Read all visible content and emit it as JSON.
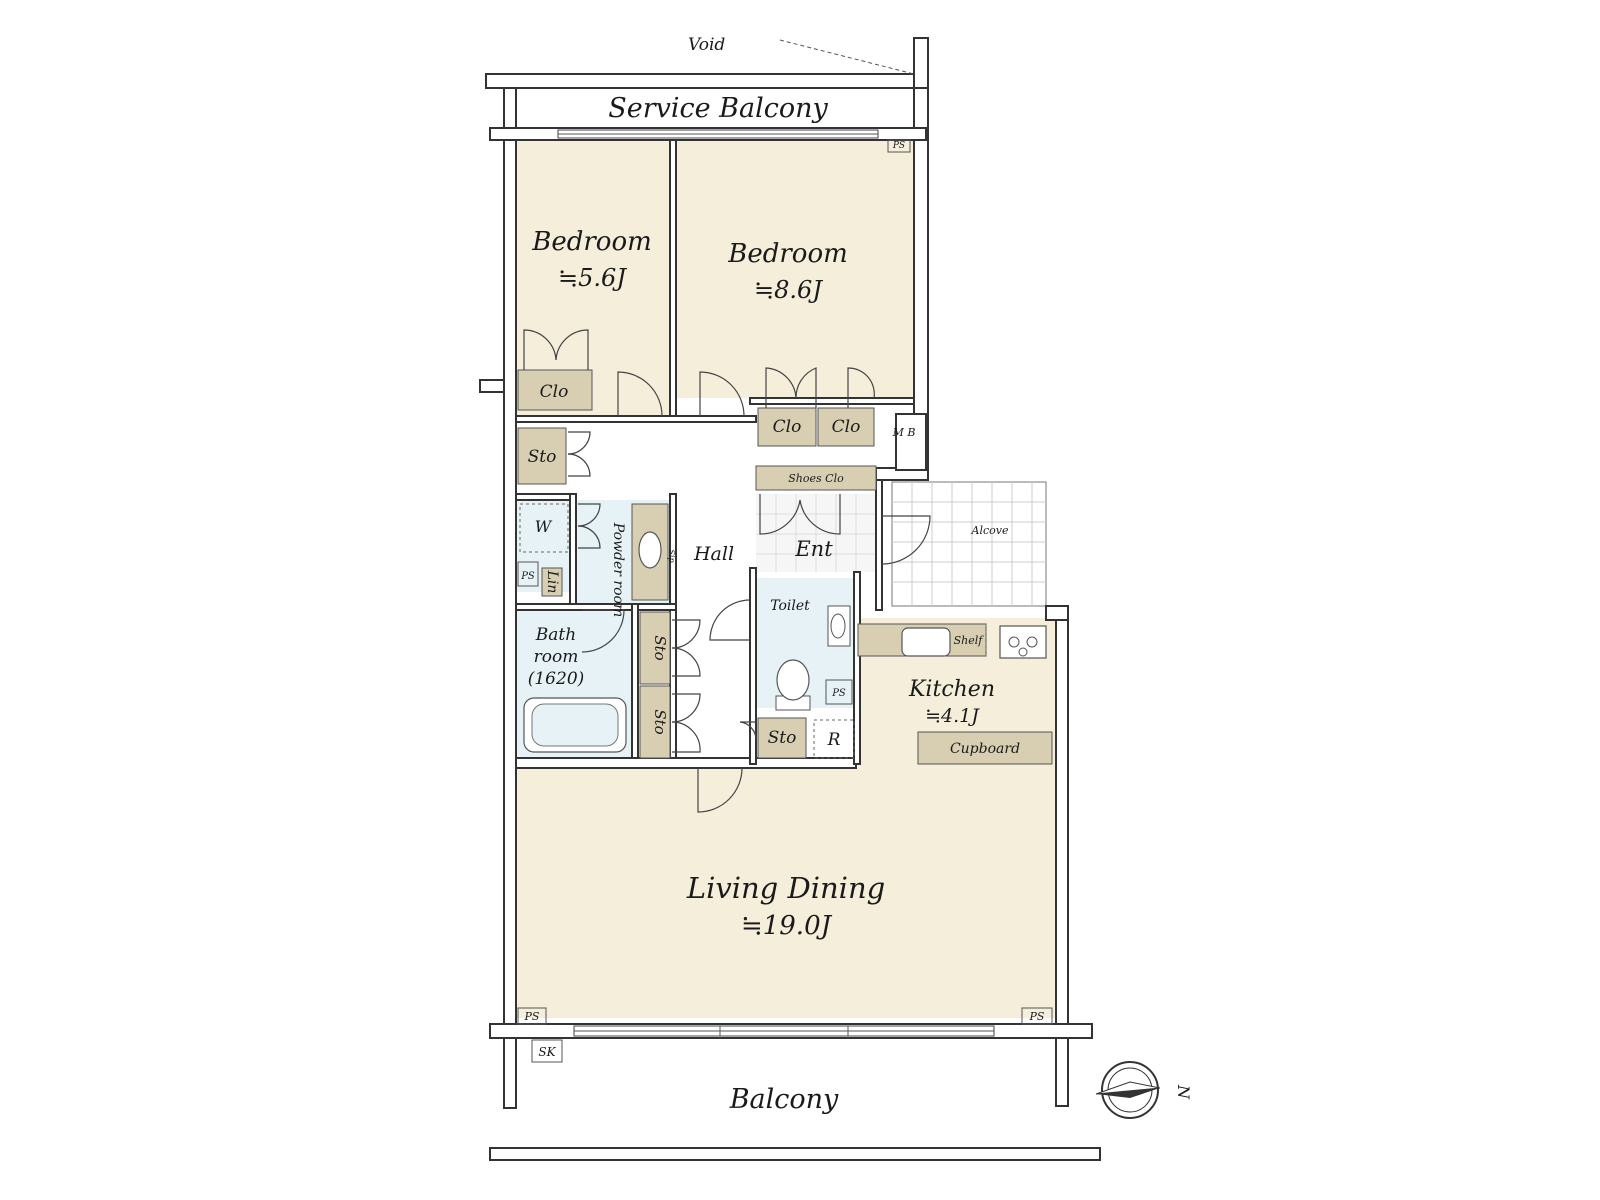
{
  "labels": {
    "void": "Void",
    "service_balcony": "Service Balcony",
    "bedroom1_name": "Bedroom",
    "bedroom1_size": "≒5.6J",
    "bedroom2_name": "Bedroom",
    "bedroom2_size": "≒8.6J",
    "clo1": "Clo",
    "clo2": "Clo",
    "clo3": "Clo",
    "sto1": "Sto",
    "sto2": "Sto",
    "sto3": "Sto",
    "sto4": "Sto",
    "mb": "M B",
    "shoes_clo": "Shoes Clo",
    "ent": "Ent",
    "alcove": "Alcove",
    "hall": "Hall",
    "w": "W",
    "ps1": "PS",
    "ps2": "PS",
    "ps3": "PS",
    "ps4": "PS",
    "ps5": "PS",
    "lin": "Lin",
    "powder_room": "Powder room",
    "sip": "Sip",
    "bath_room_1": "Bath",
    "bath_room_2": "room",
    "bath_room_3": "(1620)",
    "toilet": "Toilet",
    "r": "R",
    "shelf": "Shelf",
    "kitchen_name": "Kitchen",
    "kitchen_size": "≒4.1J",
    "cupboard": "Cupboard",
    "living_name": "Living Dining",
    "living_size": "≒19.0J",
    "sk": "SK",
    "balcony": "Balcony",
    "compass_n": "N"
  },
  "colors": {
    "floor_beige": "#f4eedb",
    "storage_tan": "#d8cfb2",
    "wet_blue": "#e6f2f6",
    "entry_tile": "#f6f6f6",
    "wall": "#333333"
  }
}
